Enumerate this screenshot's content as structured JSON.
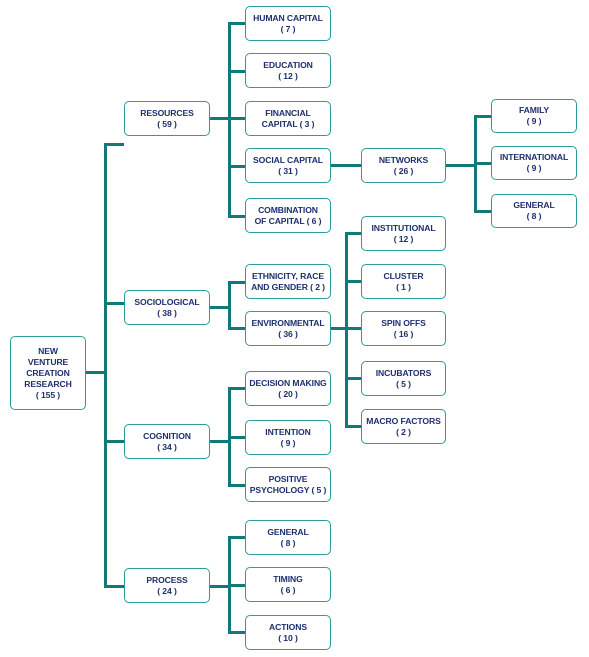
{
  "colors": {
    "line": "#0f7a78",
    "border": "#2a9d9b",
    "text": "#1d2f6e"
  },
  "nodes": {
    "root": "NEW\nVENTURE\nCREATION\nRESEARCH\n( 155 )",
    "resources": "RESOURCES\n( 59 )",
    "sociological": "SOCIOLOGICAL\n( 38 )",
    "cognition": "COGNITION\n( 34 )",
    "process": "PROCESS\n( 24 )",
    "human_capital": "HUMAN CAPITAL\n( 7 )",
    "education": "EDUCATION\n( 12 )",
    "financial_capital": "FINANCIAL\nCAPITAL ( 3 )",
    "social_capital": "SOCIAL CAPITAL\n( 31 )",
    "combination_of_capital": "COMBINATION\nOF CAPITAL ( 6 )",
    "ethnicity": "ETHNICITY, RACE\nAND GENDER ( 2 )",
    "environmental": "ENVIRONMENTAL\n( 36 )",
    "decision_making": "DECISION MAKING\n( 20 )",
    "intention": "INTENTION\n( 9 )",
    "positive_psychology": "POSITIVE\nPSYCHOLOGY ( 5 )",
    "process_general": "GENERAL\n( 8 )",
    "timing": "TIMING\n( 6 )",
    "actions": "ACTIONS\n( 10 )",
    "networks": "NETWORKS\n( 26 )",
    "institutional": "INSTITUTIONAL\n( 12 )",
    "cluster": "CLUSTER\n( 1 )",
    "spin_offs": "SPIN OFFS\n( 16 )",
    "incubators": "INCUBATORS\n( 5 )",
    "macro_factors": "MACRO FACTORS\n( 2 )",
    "family": "FAMILY\n( 9 )",
    "international": "INTERNATIONAL\n( 9 )",
    "networks_general": "GENERAL\n( 8 )"
  }
}
